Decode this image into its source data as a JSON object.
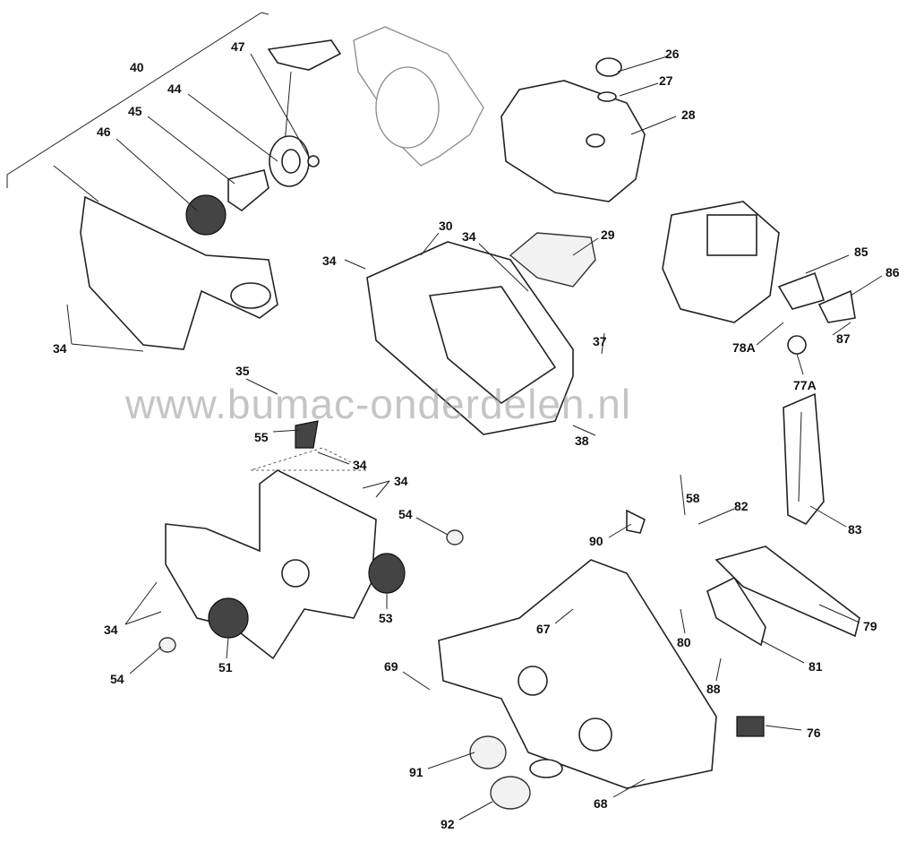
{
  "watermark": "www.bumac-onderdelen.nl",
  "labels": [
    "40",
    "47",
    "44",
    "45",
    "46",
    "26",
    "27",
    "28",
    "30",
    "34",
    "29",
    "34",
    "85",
    "86",
    "78A",
    "87",
    "77A",
    "34",
    "37",
    "35",
    "38",
    "55",
    "34",
    "34",
    "58",
    "82",
    "54",
    "83",
    "90",
    "34",
    "53",
    "51",
    "54",
    "67",
    "80",
    "81",
    "79",
    "69",
    "88",
    "76",
    "91",
    "68",
    "92"
  ]
}
